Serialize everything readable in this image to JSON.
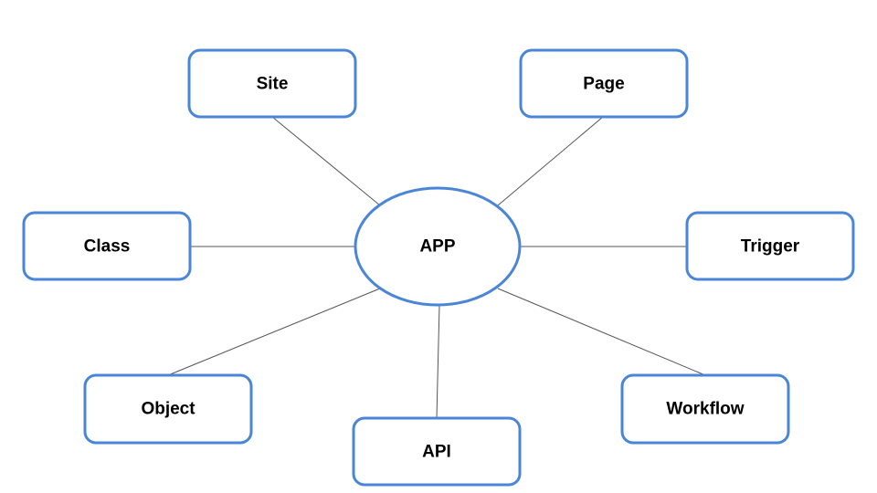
{
  "colors": {
    "node_border": "#4a86d8",
    "connector": "#555555",
    "background": "#ffffff",
    "text": "#000000"
  },
  "center": {
    "label": "APP"
  },
  "nodes": [
    {
      "id": "site",
      "label": "Site"
    },
    {
      "id": "page",
      "label": "Page"
    },
    {
      "id": "class",
      "label": "Class"
    },
    {
      "id": "trigger",
      "label": "Trigger"
    },
    {
      "id": "object",
      "label": "Object"
    },
    {
      "id": "api",
      "label": "API"
    },
    {
      "id": "workflow",
      "label": "Workflow"
    }
  ]
}
